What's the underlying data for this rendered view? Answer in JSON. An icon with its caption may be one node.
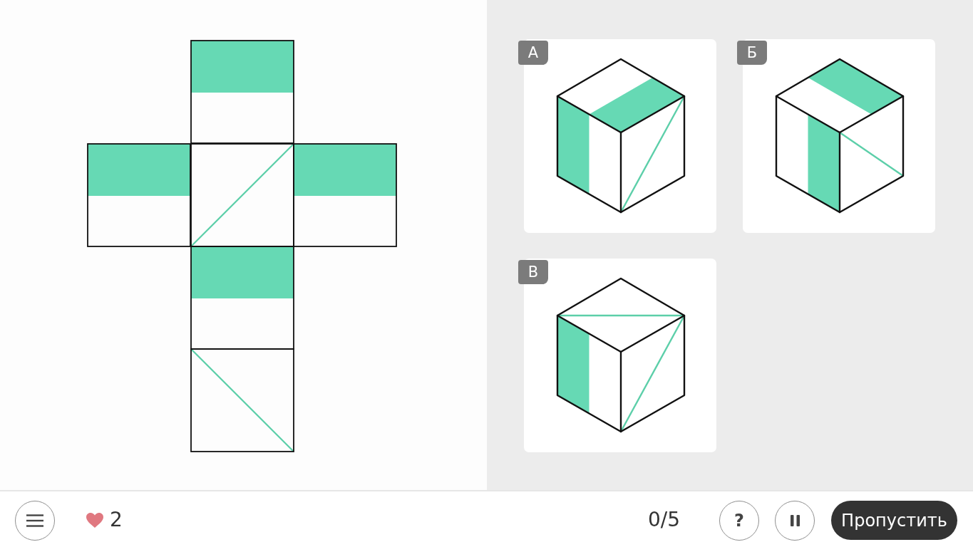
{
  "diagram": {
    "nodes": [
      {
        "text": [
          "А"
        ]
      },
      {
        "text": [
          "Б"
        ]
      },
      {
        "text": [
          "В"
        ]
      }
    ],
    "labels": [
      "2",
      "0/5",
      "?",
      "Пропустить"
    ]
  }
}
